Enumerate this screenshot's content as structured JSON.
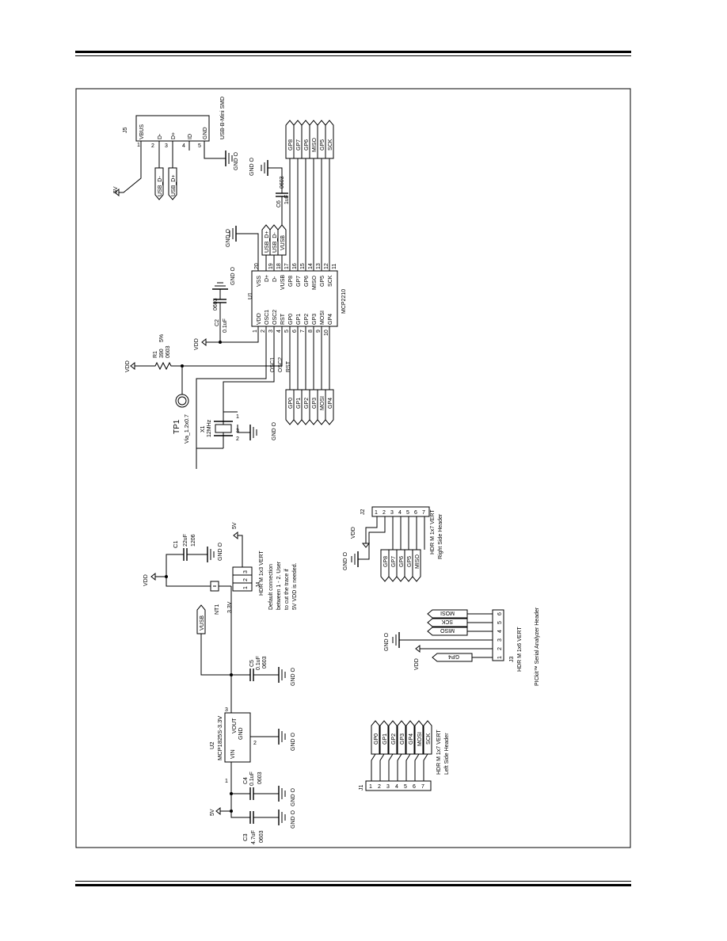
{
  "schematic": {
    "j5": {
      "ref": "J5",
      "type": "USB-B-Mini SMD",
      "pins": [
        {
          "num": "1",
          "name": "VBUS"
        },
        {
          "num": "2",
          "name": "D-"
        },
        {
          "num": "3",
          "name": "D+"
        },
        {
          "num": "4",
          "name": "ID"
        },
        {
          "num": "5",
          "name": "GND"
        }
      ],
      "net_5v": "5V",
      "gnd": "GND O",
      "flag_dm": "USB_D-",
      "flag_dp": "USB_D+"
    },
    "u1": {
      "ref": "U1",
      "part": "MCP2210",
      "left_pins": [
        {
          "num": "1",
          "name": "VDD"
        },
        {
          "num": "2",
          "name": "OSC1"
        },
        {
          "num": "3",
          "name": "OSC2"
        },
        {
          "num": "4",
          "name": "RST"
        },
        {
          "num": "5",
          "name": "GP0"
        },
        {
          "num": "6",
          "name": "GP1"
        },
        {
          "num": "7",
          "name": "GP2"
        },
        {
          "num": "8",
          "name": "GP3"
        },
        {
          "num": "9",
          "name": "MOSI"
        },
        {
          "num": "10",
          "name": "GP4"
        }
      ],
      "right_pins": [
        {
          "num": "20",
          "name": "VSS"
        },
        {
          "num": "19",
          "name": "D+"
        },
        {
          "num": "18",
          "name": "D-"
        },
        {
          "num": "17",
          "name": "VUSB"
        },
        {
          "num": "16",
          "name": "GP8"
        },
        {
          "num": "15",
          "name": "GP7"
        },
        {
          "num": "14",
          "name": "GP6"
        },
        {
          "num": "13",
          "name": "MISO"
        },
        {
          "num": "12",
          "name": "GP5"
        },
        {
          "num": "11",
          "name": "SCK"
        }
      ],
      "net_vdd": "VDD",
      "gnd_top": "GND O",
      "flags_usb": [
        "USB_D+",
        "USB_D-",
        "VUSB"
      ],
      "net_osc1": "OSC1",
      "net_osc2": "OSC2",
      "net_rst": "RST"
    },
    "bus_right": [
      "GP8",
      "GP7",
      "GP6",
      "MISO",
      "GP5",
      "SCK"
    ],
    "bus_left": [
      "GP0",
      "GP1",
      "GP2",
      "GP3",
      "MOSI",
      "GP4"
    ],
    "c2": {
      "ref": "C2",
      "value": "0.1uF",
      "pkg": "0603",
      "gnd": "GND O"
    },
    "c6": {
      "ref": "C6",
      "value": "1uF",
      "pkg": "0603",
      "gnd": "GND O"
    },
    "r1": {
      "ref": "R1",
      "value": "390",
      "tol": "5%",
      "pkg": "0603",
      "net": "VDD"
    },
    "tp1": {
      "ref": "TP1",
      "desc": "Via_1.2x0.7"
    },
    "x1": {
      "ref": "X1",
      "freq": "12MHz",
      "pins": [
        "1",
        "2",
        "3"
      ],
      "gnd": "GND O"
    },
    "u2": {
      "ref": "U2",
      "part": "MCP1825S-3.3V",
      "pins": [
        {
          "num": "1",
          "name": "VIN"
        },
        {
          "num": "2",
          "name": "GND"
        },
        {
          "num": "3",
          "name": "VOUT"
        }
      ],
      "gnd": "GND O"
    },
    "c3": {
      "ref": "C3",
      "value": "4.7uF",
      "pkg": "0603",
      "gnd": "GND O"
    },
    "c4": {
      "ref": "C4",
      "value": "0.1uF",
      "pkg": "0603",
      "gnd": "GND O"
    },
    "c5": {
      "ref": "C5",
      "value": "0.1uF",
      "pkg": "0603",
      "gnd": "GND O"
    },
    "c1": {
      "ref": "C1",
      "value": "22uF",
      "pkg": "1206",
      "gnd": "GND O"
    },
    "net_5v": "5V",
    "vusb_flag": "VUSB",
    "net_vdd": "VDD",
    "nt1": {
      "ref": "NT1",
      "label": "3.3V"
    },
    "j4": {
      "ref": "J4",
      "type": "HDR M 1x3 VERT",
      "pins": [
        "1",
        "2",
        "3"
      ],
      "note": [
        "Default connection",
        "between 1 - 2. User",
        "to cut the trace if",
        "5V VDD is needed."
      ],
      "net_5v": "5V"
    },
    "j2": {
      "ref": "J2",
      "type": "HDR M 1x7 VERT",
      "desc": "Right Side Header",
      "pins": [
        "1",
        "2",
        "3",
        "4",
        "5",
        "6",
        "7"
      ],
      "nets": [
        "GP8",
        "GP7",
        "GP6",
        "GP5",
        "MISO"
      ],
      "vdd": "VDD",
      "gnd": "GND O"
    },
    "j3": {
      "ref": "J3",
      "type": "HDR M 1x6 VERT",
      "desc": "PICkit™ Serial Analyzer Header",
      "pins": [
        "1",
        "2",
        "3",
        "4",
        "5",
        "6"
      ],
      "nets": [
        "GP4",
        "MISO",
        "SCK",
        "MOSI"
      ],
      "vdd": "VDD",
      "gnd": "GND O"
    },
    "j1": {
      "ref": "J1",
      "type": "HDR M 1x7 VERT",
      "desc": "Left Side Header",
      "pins": [
        "1",
        "2",
        "3",
        "4",
        "5",
        "6",
        "7"
      ],
      "nets": [
        "GP0",
        "GP1",
        "GP2",
        "GP3",
        "GP4",
        "MOSI",
        "SCK"
      ]
    }
  }
}
